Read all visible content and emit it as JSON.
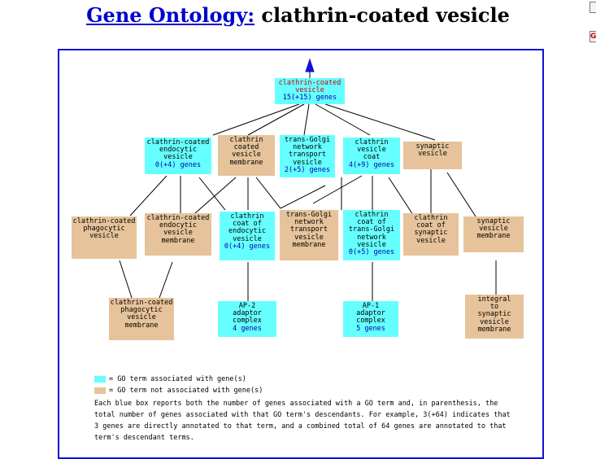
{
  "title": {
    "link": "Gene Ontology:",
    "rest": " clathrin-coated vesicle"
  },
  "nodes": {
    "n0": {
      "name": "clathrin-coated\nvesicle",
      "count": "15(+15) genes"
    },
    "n1": {
      "name": "clathrin-coated\nendocytic\nvesicle",
      "count": "0(+4) genes"
    },
    "n2": {
      "name": "clathrin\ncoated\nvesicle\nmembrane",
      "count": ""
    },
    "n3": {
      "name": "trans-Golgi\nnetwork\ntransport\nvesicle",
      "count": "2(+5) genes"
    },
    "n4": {
      "name": "clathrin\nvesicle\ncoat",
      "count": "4(+9) genes"
    },
    "n5": {
      "name": "synaptic\nvesicle",
      "count": ""
    },
    "n6": {
      "name": "clathrin-coated\nphagocytic\nvesicle",
      "count": ""
    },
    "n7": {
      "name": "clathrin-coated\nendocytic\nvesicle\nmembrane",
      "count": ""
    },
    "n8": {
      "name": "clathrin\ncoat of\nendocytic\nvesicle",
      "count": "0(+4) genes"
    },
    "n9": {
      "name": "trans-Golgi\nnetwork\ntransport\nvesicle\nmembrane",
      "count": ""
    },
    "n10": {
      "name": "clathrin\ncoat of\ntrans-Golgi\nnetwork\nvesicle",
      "count": "0(+5) genes"
    },
    "n11": {
      "name": "clathrin\ncoat of\nsynaptic\nvesicle",
      "count": ""
    },
    "n12": {
      "name": "synaptic\nvesicle\nmembrane",
      "count": ""
    },
    "n13": {
      "name": "clathrin-coated\nphagocytic\nvesicle\nmembrane",
      "count": ""
    },
    "n14": {
      "name": "AP-2\nadaptor\ncomplex",
      "count": "4 genes"
    },
    "n15": {
      "name": "AP-1\nadaptor\ncomplex",
      "count": "5 genes"
    },
    "n16": {
      "name": "integral\nto\nsynaptic\nvesicle\nmembrane",
      "count": ""
    }
  },
  "legend": {
    "assoc_label": "= GO term associated with gene(s)",
    "noassoc_label": "= GO term not associated with gene(s)",
    "assoc_color": "#66ffff",
    "noassoc_color": "#e6c39a",
    "note": "Each blue box reports both the number of genes associated with a GO term and, in parenthesis, the total number of genes associated with that GO term's descendants. For example, 3(+64) indicates that 3 genes are directly annotated to that term, and a combined total of 64 genes are annotated to that term's descendant terms."
  },
  "side_icons": [
    "page-icon",
    "g-icon"
  ],
  "side_icon_text": "G"
}
